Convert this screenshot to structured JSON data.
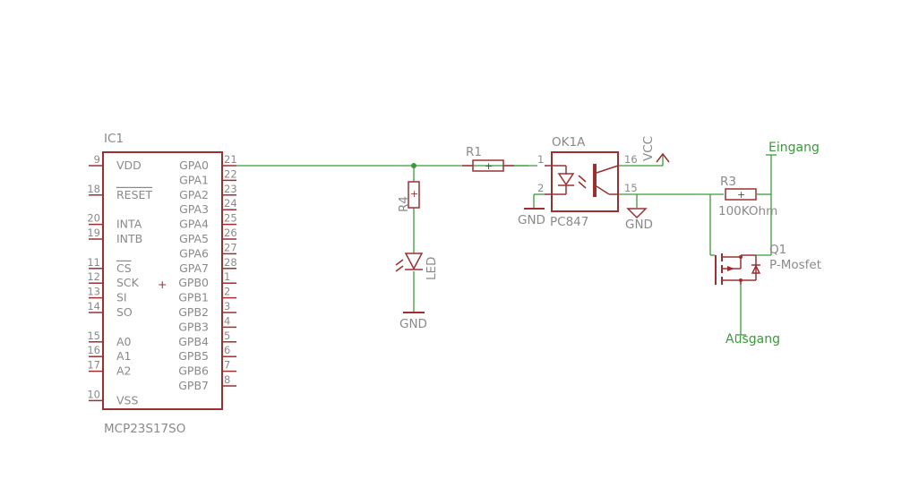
{
  "ic1": {
    "ref": "IC1",
    "value": "MCP23S17SO",
    "left_pins": [
      {
        "num": "9",
        "name": "VDD"
      },
      {
        "num": "18",
        "name": "RESET"
      },
      {
        "num": "20",
        "name": "INTA"
      },
      {
        "num": "19",
        "name": "INTB"
      },
      {
        "num": "11",
        "name": "CS"
      },
      {
        "num": "12",
        "name": "SCK"
      },
      {
        "num": "13",
        "name": "SI"
      },
      {
        "num": "14",
        "name": "SO"
      },
      {
        "num": "15",
        "name": "A0"
      },
      {
        "num": "16",
        "name": "A1"
      },
      {
        "num": "17",
        "name": "A2"
      },
      {
        "num": "10",
        "name": "VSS"
      }
    ],
    "right_pins": [
      {
        "num": "21",
        "name": "GPA0"
      },
      {
        "num": "22",
        "name": "GPA1"
      },
      {
        "num": "23",
        "name": "GPA2"
      },
      {
        "num": "24",
        "name": "GPA3"
      },
      {
        "num": "25",
        "name": "GPA4"
      },
      {
        "num": "26",
        "name": "GPA5"
      },
      {
        "num": "27",
        "name": "GPA6"
      },
      {
        "num": "28",
        "name": "GPA7"
      },
      {
        "num": "1",
        "name": "GPB0"
      },
      {
        "num": "2",
        "name": "GPB1"
      },
      {
        "num": "3",
        "name": "GPB2"
      },
      {
        "num": "4",
        "name": "GPB3"
      },
      {
        "num": "5",
        "name": "GPB4"
      },
      {
        "num": "6",
        "name": "GPB5"
      },
      {
        "num": "7",
        "name": "GPB6"
      },
      {
        "num": "8",
        "name": "GPB7"
      }
    ]
  },
  "r1": {
    "ref": "R1"
  },
  "r4": {
    "ref": "R4"
  },
  "led": {
    "value": "LED"
  },
  "gnd_led": {
    "label": "GND"
  },
  "ok1a": {
    "ref": "OK1A",
    "value": "PC847",
    "pins": {
      "p1": "1",
      "p2": "2",
      "p16": "16",
      "p15": "15"
    }
  },
  "gnd_ok_left": {
    "label": "GND"
  },
  "gnd_ok_right": {
    "label": "GND"
  },
  "vcc": {
    "label": "VCC"
  },
  "r3": {
    "ref": "R3",
    "value": "100KOhm"
  },
  "q1": {
    "ref": "Q1",
    "value": "P-Mosfet"
  },
  "nets": {
    "eingang": "Eingang",
    "ausgang": "Ausgang"
  }
}
